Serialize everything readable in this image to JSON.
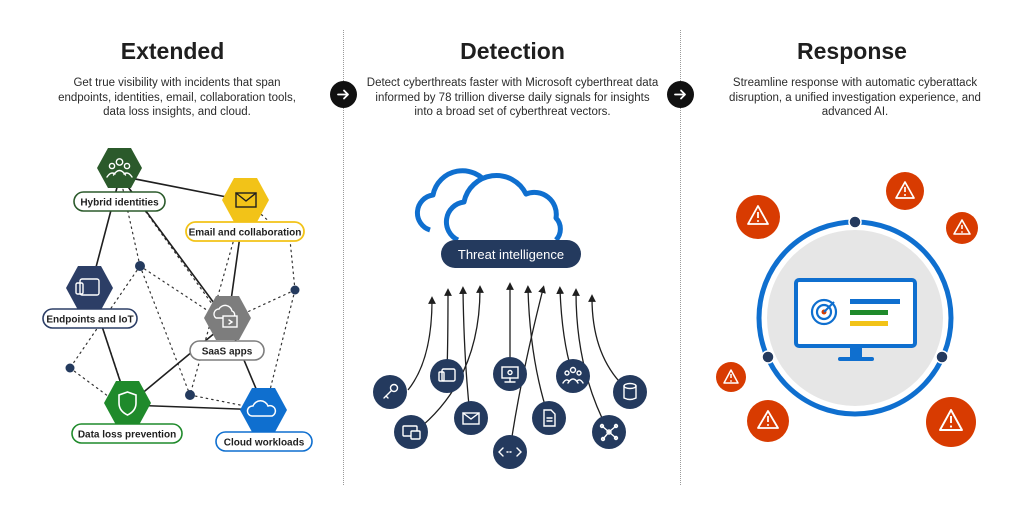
{
  "extended": {
    "title": "Extended",
    "description": "Get true visibility with incidents that span endpoints, identities, email, collaboration tools, data loss insights, and cloud.",
    "nodes": [
      {
        "label": "Hybrid identities",
        "icon": "people-icon",
        "color": "#2b5a2b"
      },
      {
        "label": "Email and collaboration",
        "icon": "envelope-icon",
        "color": "#f2c318"
      },
      {
        "label": "Endpoints and IoT",
        "icon": "devices-icon",
        "color": "#2c3e66"
      },
      {
        "label": "SaaS apps",
        "icon": "apps-icon",
        "color": "#7d7d7d"
      },
      {
        "label": "Data loss prevention",
        "icon": "shield-icon",
        "color": "#1f8a2b"
      },
      {
        "label": "Cloud workloads",
        "icon": "cloud-icon",
        "color": "#0f6fcf"
      }
    ]
  },
  "detection": {
    "title": "Detection",
    "description": "Detect cyberthreats faster with Microsoft cyberthreat data informed by 78 trillion diverse daily signals for insights into a broad set of cyberthreat vectors.",
    "pill_label": "Threat intelligence",
    "signal_icons": [
      "key-icon",
      "devices-icon",
      "monitor-icon",
      "people-icon",
      "database-icon",
      "laptop-icon",
      "envelope-icon",
      "document-icon",
      "network-icon",
      "code-icon"
    ]
  },
  "response": {
    "title": "Response",
    "description": "Streamline response with automatic cyberattack disruption, a unified investigation experience, and advanced AI.",
    "alert_icon": "warning-icon",
    "accent": "#d83b01"
  },
  "colors": {
    "navy": "#243a5e",
    "blue": "#0f6fcf",
    "alert": "#d83b01"
  }
}
